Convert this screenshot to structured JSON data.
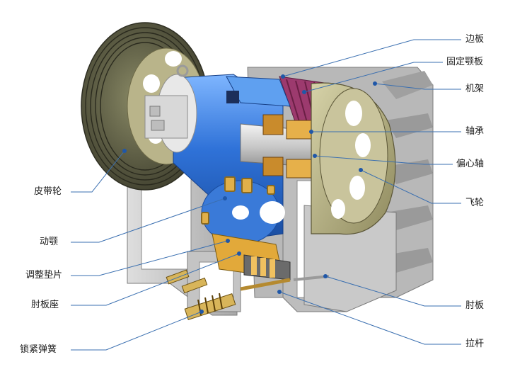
{
  "diagram": {
    "labels_right": [
      {
        "id": "side-plate",
        "text": "边板"
      },
      {
        "id": "fixed-jaw-plate",
        "text": "固定颚板"
      },
      {
        "id": "frame",
        "text": "机架"
      },
      {
        "id": "bearing",
        "text": "轴承"
      },
      {
        "id": "eccentric-shaft",
        "text": "偏心轴"
      },
      {
        "id": "flywheel",
        "text": "飞轮"
      },
      {
        "id": "toggle-plate",
        "text": "肘板"
      },
      {
        "id": "tie-rod",
        "text": "拉杆"
      }
    ],
    "labels_left": [
      {
        "id": "pulley",
        "text": "皮带轮"
      },
      {
        "id": "movable-jaw",
        "text": "动颚"
      },
      {
        "id": "adjusting-shim",
        "text": "调整垫片"
      },
      {
        "id": "toggle-seat",
        "text": "肘板座"
      },
      {
        "id": "locking-spring",
        "text": "锁紧弹簧"
      }
    ],
    "colors": {
      "leader": "#3a6fb0",
      "dot": "#1f57a8",
      "frame": "#c9c9c9",
      "frame_dark": "#9a9a9a",
      "pulley": "#5e5e45",
      "flywheel": "#b9b48a",
      "bearing_housing": "#3d7fd6",
      "jaw_plate": "#8a2c5c",
      "shim": "#d9a020"
    }
  }
}
